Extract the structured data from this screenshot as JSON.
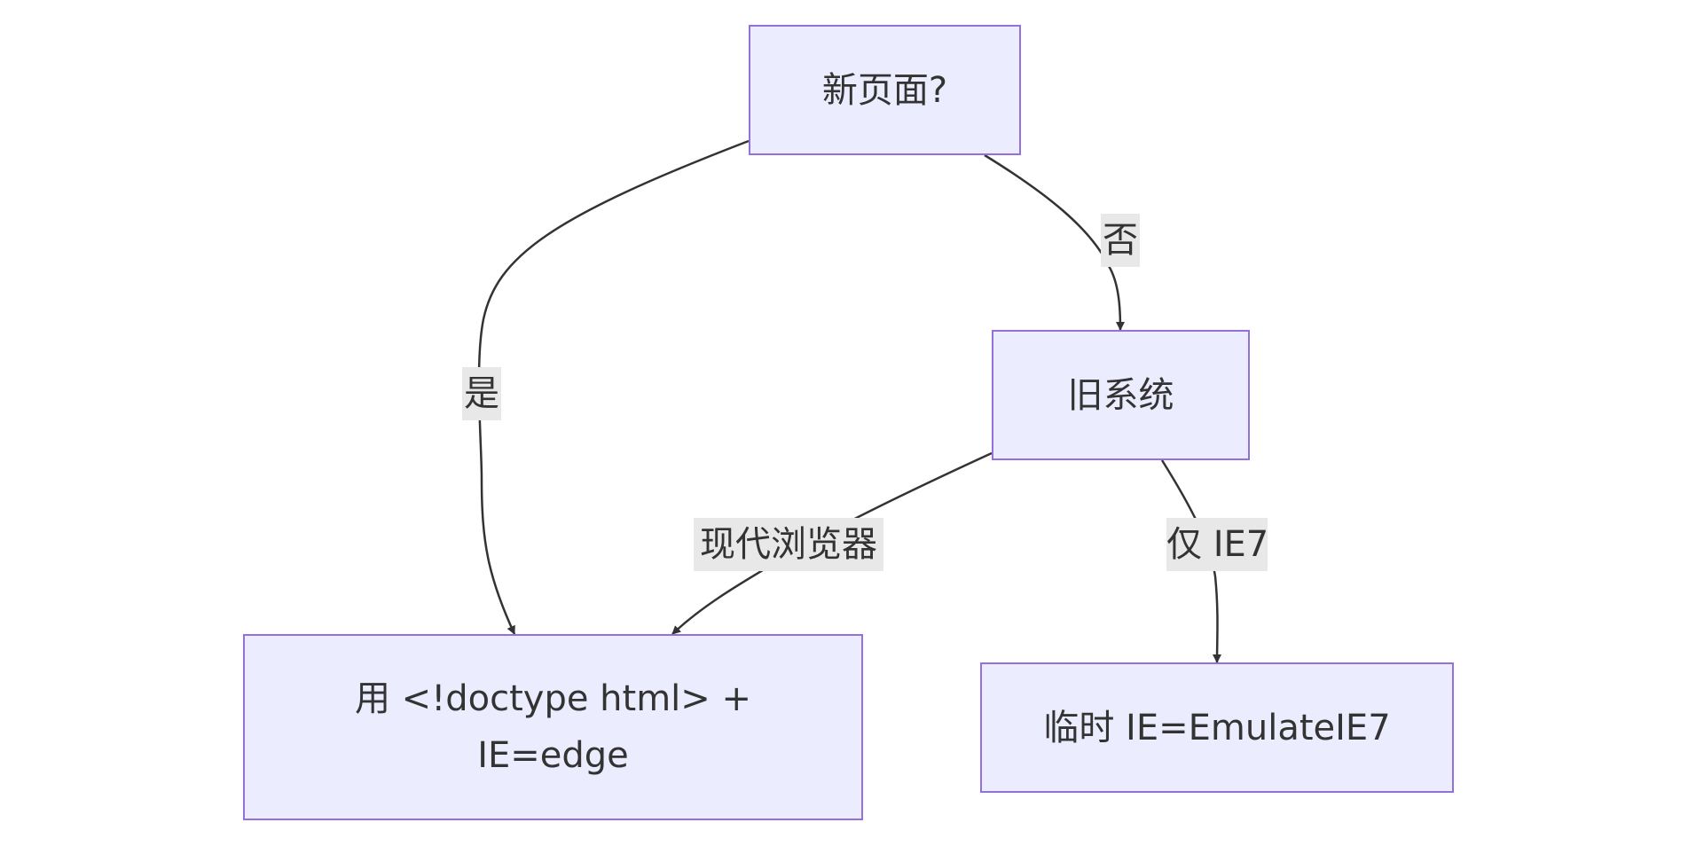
{
  "nodes": {
    "new_page": "新页面?",
    "legacy_system": "旧系统",
    "use_doctype_line1": "用 <!doctype html> +",
    "use_doctype_line2": "IE=edge",
    "temp_emulate": "临时 IE=EmulateIE7"
  },
  "edges": {
    "yes": "是",
    "no": "否",
    "modern_browser": "现代浏览器",
    "ie7_only": "仅 IE7"
  },
  "colors": {
    "node_fill": "#ececff",
    "node_border": "#9370db",
    "edge_stroke": "#333333",
    "label_bg": "#e8e8e8",
    "text": "#333333"
  }
}
